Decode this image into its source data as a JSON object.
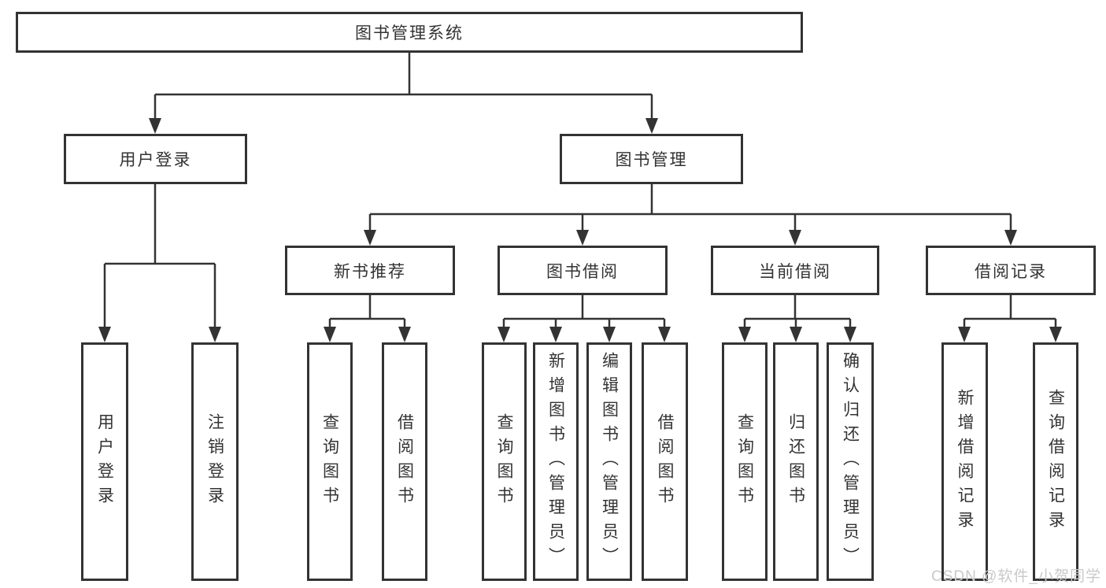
{
  "colors": {
    "line": "#333333",
    "text": "#333333",
    "box_background": "#ffffff",
    "watermark": "#c9c9c9"
  },
  "root": {
    "label": "图书管理系统"
  },
  "branches": [
    {
      "label": "用户登录",
      "children": [
        {
          "label": "用户登录"
        },
        {
          "label": "注销登录"
        }
      ]
    },
    {
      "label": "图书管理",
      "children": [
        {
          "label": "新书推荐",
          "children": [
            {
              "label": "查询图书"
            },
            {
              "label": "借阅图书"
            }
          ]
        },
        {
          "label": "图书借阅",
          "children": [
            {
              "label": "查询图书"
            },
            {
              "label": "新增图书（管理员）"
            },
            {
              "label": "编辑图书（管理员）"
            },
            {
              "label": "借阅图书"
            }
          ]
        },
        {
          "label": "当前借阅",
          "children": [
            {
              "label": "查询图书"
            },
            {
              "label": "归还图书"
            },
            {
              "label": "确认归还（管理员）"
            }
          ]
        },
        {
          "label": "借阅记录",
          "children": [
            {
              "label": "新增借阅记录"
            },
            {
              "label": "查询借阅记录"
            }
          ]
        }
      ]
    }
  ],
  "watermark": {
    "text": "CSDN @软件_小贺同学"
  }
}
